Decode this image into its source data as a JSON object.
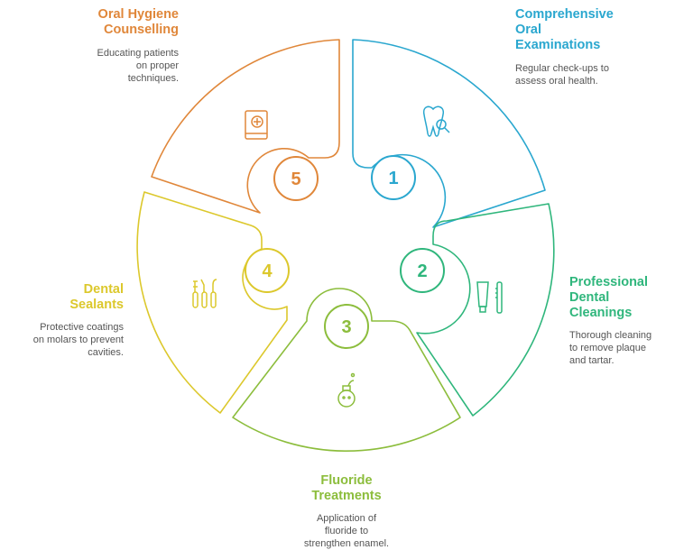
{
  "colors": {
    "s1": "#2aa7cf",
    "s2": "#2fb67c",
    "s3": "#8cbd3c",
    "s4": "#dcc82c",
    "s5": "#e0873a",
    "desc": "#555555"
  },
  "segments": [
    {
      "number": "1",
      "title": "Comprehensive\nOral\nExaminations",
      "description": "Regular check-ups to\nassess oral health.",
      "icon": "tooth-magnifier-icon"
    },
    {
      "number": "2",
      "title": "Professional\nDental\nCleanings",
      "description": "Thorough cleaning\nto remove plaque\nand tartar.",
      "icon": "toothpaste-toothbrush-icon"
    },
    {
      "number": "3",
      "title": "Fluoride\nTreatments",
      "description": "Application of\nfluoride to\nstrengthen enamel.",
      "icon": "fluoride-bottle-icon"
    },
    {
      "number": "4",
      "title": "Dental\nSealants",
      "description": "Protective coatings\non molars to prevent\ncavities.",
      "icon": "dental-tools-icon"
    },
    {
      "number": "5",
      "title": "Oral Hygiene\nCounselling",
      "description": "Educating patients\non proper\ntechniques.",
      "icon": "medical-book-icon"
    }
  ]
}
